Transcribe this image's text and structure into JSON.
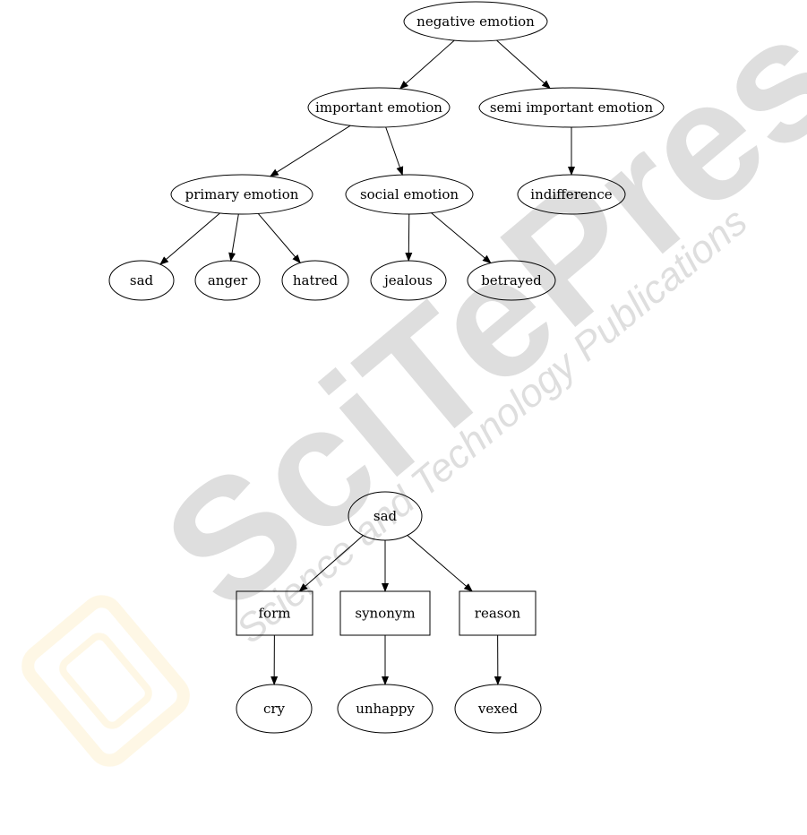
{
  "watermark": {
    "brand": "SciTePress",
    "tagline": "Science and Technology Publications",
    "logo_color": "#f4c23c"
  },
  "emotion_tree": {
    "nodes": [
      {
        "id": "negative",
        "label": "negative emotion",
        "shape": "ellipse"
      },
      {
        "id": "important",
        "label": "important emotion",
        "shape": "ellipse"
      },
      {
        "id": "semi",
        "label": "semi important emotion",
        "shape": "ellipse"
      },
      {
        "id": "primary",
        "label": "primary emotion",
        "shape": "ellipse"
      },
      {
        "id": "social",
        "label": "social emotion",
        "shape": "ellipse"
      },
      {
        "id": "indifference",
        "label": "indifference",
        "shape": "ellipse"
      },
      {
        "id": "sad",
        "label": "sad",
        "shape": "ellipse"
      },
      {
        "id": "anger",
        "label": "anger",
        "shape": "ellipse"
      },
      {
        "id": "hatred",
        "label": "hatred",
        "shape": "ellipse"
      },
      {
        "id": "jealous",
        "label": "jealous",
        "shape": "ellipse"
      },
      {
        "id": "betrayed",
        "label": "betrayed",
        "shape": "ellipse"
      }
    ],
    "edges": [
      [
        "negative",
        "important"
      ],
      [
        "negative",
        "semi"
      ],
      [
        "important",
        "primary"
      ],
      [
        "important",
        "social"
      ],
      [
        "semi",
        "indifference"
      ],
      [
        "primary",
        "sad"
      ],
      [
        "primary",
        "anger"
      ],
      [
        "primary",
        "hatred"
      ],
      [
        "social",
        "jealous"
      ],
      [
        "social",
        "betrayed"
      ]
    ]
  },
  "sad_tree": {
    "nodes": [
      {
        "id": "sad2",
        "label": "sad",
        "shape": "ellipse"
      },
      {
        "id": "form",
        "label": "form",
        "shape": "box"
      },
      {
        "id": "synonym",
        "label": "synonym",
        "shape": "box"
      },
      {
        "id": "reason",
        "label": "reason",
        "shape": "box"
      },
      {
        "id": "cry",
        "label": "cry",
        "shape": "ellipse"
      },
      {
        "id": "unhappy",
        "label": "unhappy",
        "shape": "ellipse"
      },
      {
        "id": "vexed",
        "label": "vexed",
        "shape": "ellipse"
      }
    ],
    "edges": [
      [
        "sad2",
        "form"
      ],
      [
        "sad2",
        "synonym"
      ],
      [
        "sad2",
        "reason"
      ],
      [
        "form",
        "cry"
      ],
      [
        "synonym",
        "unhappy"
      ],
      [
        "reason",
        "vexed"
      ]
    ]
  }
}
